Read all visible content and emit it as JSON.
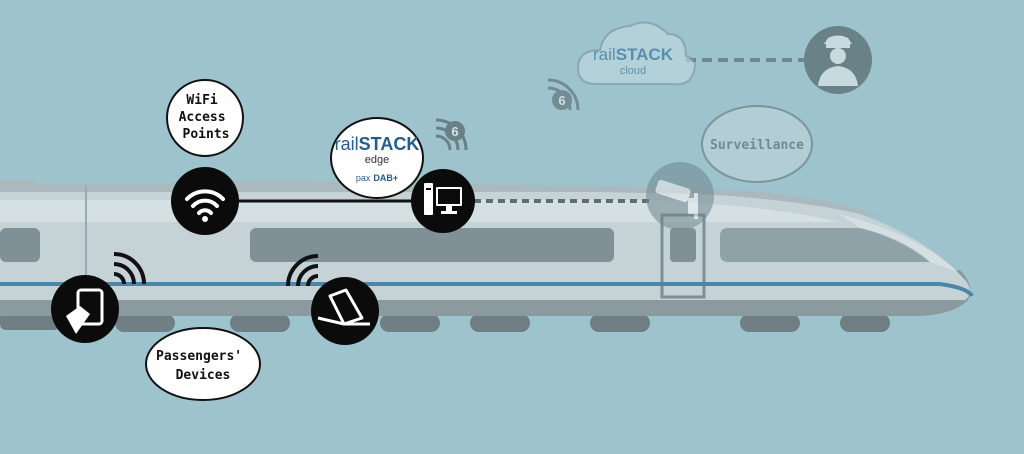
{
  "labels": {
    "wifi": [
      "WiFi",
      "Access",
      "Points"
    ],
    "passengers": [
      "Passengers'",
      "Devices"
    ],
    "surveillance": "Surveillance"
  },
  "edge_badge": {
    "brand_prefix": "rail",
    "brand_main": "STACK",
    "subtitle": "edge",
    "partner_prefix": "pax",
    "partner_main": "DAB+"
  },
  "cloud": {
    "brand_prefix": "rail",
    "brand_main": "STACK",
    "subtitle": "cloud"
  },
  "wifi6_badge": "6",
  "icons": {
    "wifi": "wifi-icon",
    "edge_server": "desktop-computer-icon",
    "phone": "hand-holding-phone-icon",
    "laptop": "laptop-icon",
    "camera": "security-camera-icon",
    "operator": "train-conductor-icon",
    "signal": "signal-waves-icon"
  },
  "colors": {
    "background": "#9dc3cc",
    "train_body": "#c6d3d6",
    "train_stripe": "#4a86a8",
    "icon_circle": "#0b0b0b",
    "faded_element": "#7e9aa2"
  }
}
